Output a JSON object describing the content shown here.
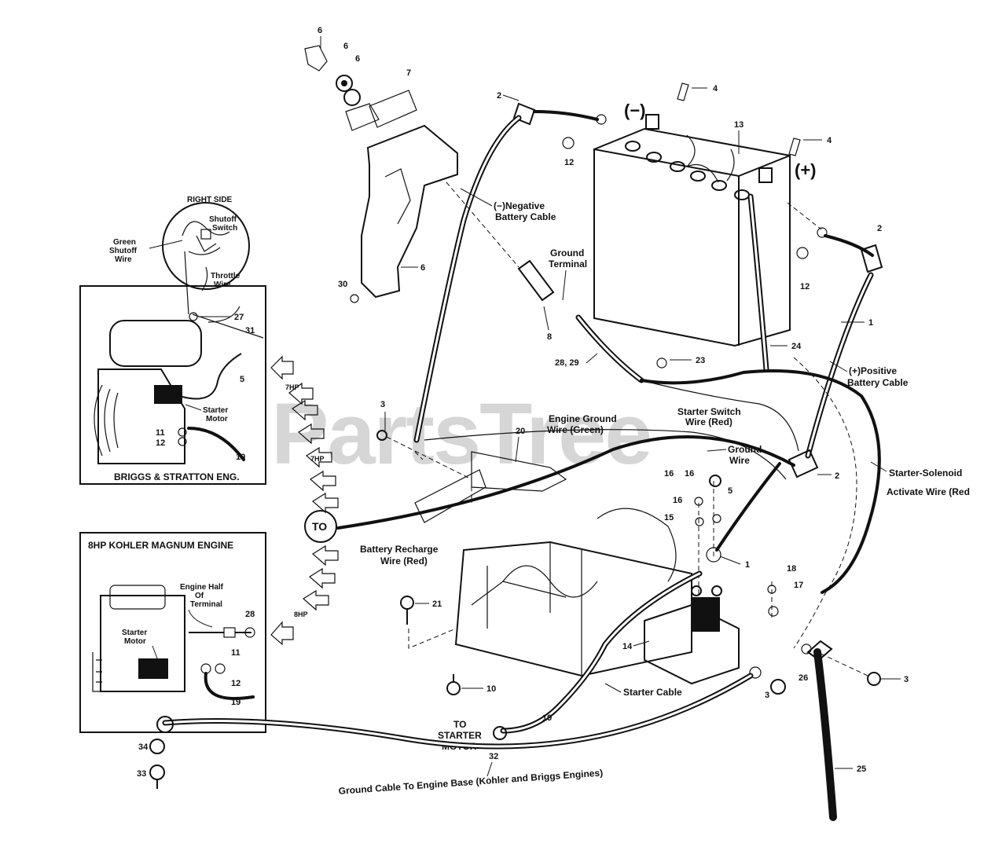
{
  "watermark": "PartsTree",
  "briggs_box": {
    "title": "BRIGGS & STRATTON ENG.",
    "right_side": "RIGHT SIDE",
    "shutoff_switch_1": "Shutoff",
    "shutoff_switch_2": "Switch",
    "green_shutoff_1": "Green",
    "green_shutoff_2": "Shutoff",
    "green_shutoff_3": "Wire",
    "throttle_1": "Throttle",
    "throttle_2": "Wire",
    "starter_motor_1": "Starter",
    "starter_motor_2": "Motor",
    "n27": "27",
    "n31": "31",
    "n5": "5",
    "n11": "11",
    "n12": "12",
    "n19": "19"
  },
  "kohler_box": {
    "title": "8HP KOHLER MAGNUM ENGINE",
    "engine_half_1": "Engine Half",
    "engine_half_2": "Of",
    "engine_half_3": "Terminal",
    "starter_motor_1": "Starter",
    "starter_motor_2": "Motor",
    "n28": "28",
    "n11": "11",
    "n12": "12",
    "n19": "19"
  },
  "arrows": {
    "top_tag": "7HP",
    "mid_tag": "7HP",
    "bottom_tag": "8HP",
    "to_circle": "TO"
  },
  "terminals": {
    "negative": "(−)",
    "positive": "(+)"
  },
  "labels": {
    "negative_cable_1": "(−)Negative",
    "negative_cable_2": "Battery Cable",
    "ground_terminal_1": "Ground",
    "ground_terminal_2": "Terminal",
    "positive_cable_1": "(+)Positive",
    "positive_cable_2": "Battery Cable",
    "starter_switch_1": "Starter Switch",
    "starter_switch_2": "Wire (Red)",
    "engine_ground_1": "Engine Ground",
    "engine_ground_2": "Wire (Green)",
    "ground_wire_1": "Ground",
    "ground_wire_2": "Wire",
    "solenoid_wire_1": "Starter-Solenoid",
    "solenoid_wire_2": "Activate Wire (Red",
    "recharge_1": "Battery Recharge",
    "recharge_2": "Wire (Red)",
    "starter_cable": "Starter Cable",
    "to_starter_1": "TO",
    "to_starter_2": "STARTER",
    "to_starter_3": "MOTOR",
    "ground_cable": "Ground Cable To Engine Base (Kohler and Briggs Engines)"
  },
  "callouts": {
    "c6a": "6",
    "c6b": "6",
    "c6c": "6",
    "c7": "7",
    "c2a": "2",
    "c4a": "4",
    "c4b": "4",
    "c13": "13",
    "c12a": "12",
    "c12b": "12",
    "c2b": "2",
    "c1a": "1",
    "c6d": "6",
    "c30": "30",
    "c8": "8",
    "c24": "24",
    "c2829": "28, 29",
    "c23": "23",
    "c3a": "3",
    "c20": "20",
    "c2c": "2",
    "c16a": "16",
    "c16b": "16",
    "c16c": "16",
    "c5": "5",
    "c15": "15",
    "c1b": "1",
    "c18": "18",
    "c17": "17",
    "c21": "21",
    "c14": "14",
    "c26": "26",
    "c3b": "3",
    "c3c": "3",
    "c10": "10",
    "c19": "19",
    "c32": "32",
    "c34": "34",
    "c33": "33",
    "c25": "25"
  }
}
